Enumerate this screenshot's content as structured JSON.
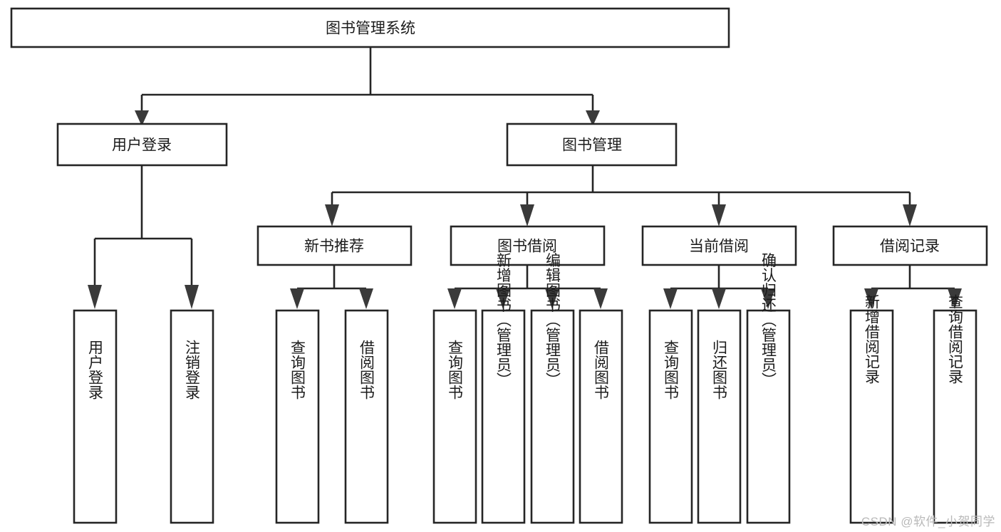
{
  "diagram": {
    "type": "tree-hierarchy",
    "title": "图书管理系统",
    "watermark": "CSDN @软件_小贺同学",
    "colors": {
      "stroke": "#252525",
      "fill": "#ffffff",
      "text": "#1b1b1b",
      "watermark": "#b9b9b9"
    },
    "levels": {
      "root": {
        "label": "图书管理系统"
      },
      "level2": [
        {
          "label": "用户登录"
        },
        {
          "label": "图书管理"
        }
      ],
      "level3": [
        {
          "label": "新书推荐"
        },
        {
          "label": "图书借阅"
        },
        {
          "label": "当前借阅"
        },
        {
          "label": "借阅记录"
        }
      ]
    },
    "groups": [
      {
        "parent": "用户登录",
        "leaves": [
          {
            "label": "用户登录"
          },
          {
            "label": "注销登录"
          }
        ]
      },
      {
        "parent": "新书推荐",
        "leaves": [
          {
            "label": "查询图书"
          },
          {
            "label": "借阅图书"
          }
        ]
      },
      {
        "parent": "图书借阅",
        "leaves": [
          {
            "label": "查询图书"
          },
          {
            "label": "新增图书（管理员）"
          },
          {
            "label": "编辑图书（管理员）"
          },
          {
            "label": "借阅图书"
          }
        ]
      },
      {
        "parent": "当前借阅",
        "leaves": [
          {
            "label": "查询图书"
          },
          {
            "label": "归还图书"
          },
          {
            "label": "确认归还（管理员）"
          }
        ]
      },
      {
        "parent": "借阅记录",
        "leaves": [
          {
            "label": "新增借阅记录"
          },
          {
            "label": "查询借阅记录"
          }
        ]
      }
    ],
    "nodes": {
      "root": "图书管理系统",
      "n_user_login": "用户登录",
      "n_book_mgmt": "图书管理",
      "n_new_book_rec": "新书推荐",
      "n_book_borrow": "图书借阅",
      "n_current_borrow": "当前借阅",
      "n_borrow_record": "借阅记录",
      "l_user_login": "用户登录",
      "l_logout": "注销登录",
      "l_query_book_a": "查询图书",
      "l_borrow_book_a": "借阅图书",
      "l_query_book_b": "查询图书",
      "l_add_book": "新增图书（管理员）",
      "l_edit_book": "编辑图书（管理员）",
      "l_borrow_book_b": "借阅图书",
      "l_query_book_c": "查询图书",
      "l_return_book": "归还图书",
      "l_confirm_return": "确认归还（管理员）",
      "l_add_record": "新增借阅记录",
      "l_query_record": "查询借阅记录"
    }
  }
}
